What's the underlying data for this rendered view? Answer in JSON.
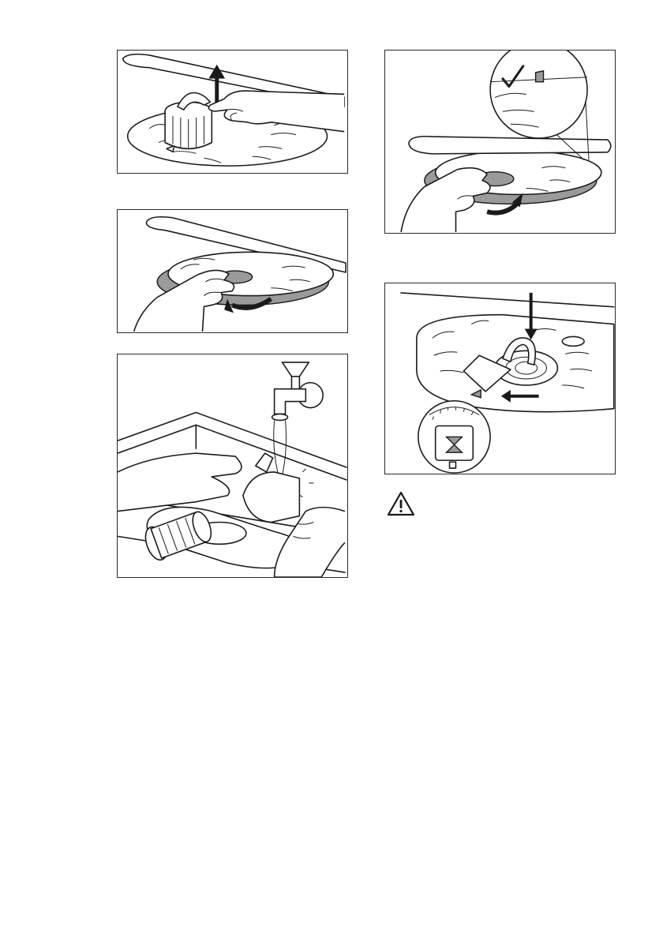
{
  "document": {
    "figures": [
      {
        "id": "fig1",
        "icon": "filter-lift-out-illustration"
      },
      {
        "id": "fig2",
        "icon": "flat-filter-rotate-illustration"
      },
      {
        "id": "fig3",
        "icon": "rinse-filters-under-tap-illustration"
      },
      {
        "id": "fig4",
        "icon": "flat-filter-reinsert-check-illustration"
      },
      {
        "id": "fig5",
        "icon": "filter-lock-alignment-illustration"
      }
    ],
    "warning": {
      "icon": "warning-triangle-icon",
      "color": "#1a1a1a"
    }
  }
}
